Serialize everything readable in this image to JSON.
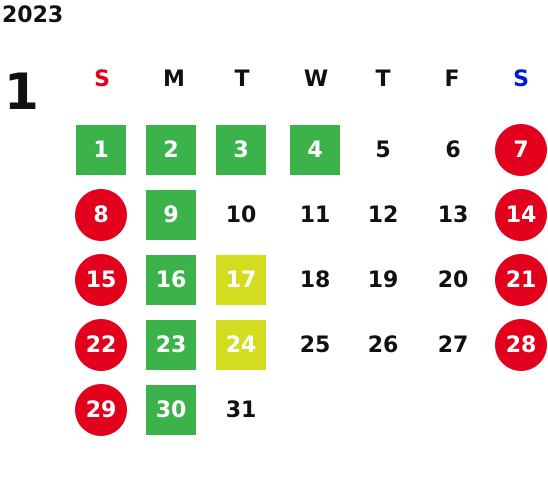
{
  "calendar": {
    "year": "2023",
    "month": "1",
    "weekdays": [
      {
        "label": "S",
        "color": "#e3001c"
      },
      {
        "label": "M",
        "color": "#111111"
      },
      {
        "label": "T",
        "color": "#111111"
      },
      {
        "label": "W",
        "color": "#111111"
      },
      {
        "label": "T",
        "color": "#111111"
      },
      {
        "label": "F",
        "color": "#111111"
      },
      {
        "label": "S",
        "color": "#0018d8"
      }
    ],
    "weeks": [
      [
        {
          "day": "1",
          "style": "green"
        },
        {
          "day": "2",
          "style": "green"
        },
        {
          "day": "3",
          "style": "green"
        },
        {
          "day": "4",
          "style": "green"
        },
        {
          "day": "5",
          "style": "plain"
        },
        {
          "day": "6",
          "style": "plain"
        },
        {
          "day": "7",
          "style": "red"
        }
      ],
      [
        {
          "day": "8",
          "style": "red"
        },
        {
          "day": "9",
          "style": "green"
        },
        {
          "day": "10",
          "style": "plain"
        },
        {
          "day": "11",
          "style": "plain"
        },
        {
          "day": "12",
          "style": "plain"
        },
        {
          "day": "13",
          "style": "plain"
        },
        {
          "day": "14",
          "style": "red"
        }
      ],
      [
        {
          "day": "15",
          "style": "red"
        },
        {
          "day": "16",
          "style": "green"
        },
        {
          "day": "17",
          "style": "yellow"
        },
        {
          "day": "18",
          "style": "plain"
        },
        {
          "day": "19",
          "style": "plain"
        },
        {
          "day": "20",
          "style": "plain"
        },
        {
          "day": "21",
          "style": "red"
        }
      ],
      [
        {
          "day": "22",
          "style": "red"
        },
        {
          "day": "23",
          "style": "green"
        },
        {
          "day": "24",
          "style": "yellow"
        },
        {
          "day": "25",
          "style": "plain"
        },
        {
          "day": "26",
          "style": "plain"
        },
        {
          "day": "27",
          "style": "plain"
        },
        {
          "day": "28",
          "style": "red"
        }
      ],
      [
        {
          "day": "29",
          "style": "red"
        },
        {
          "day": "30",
          "style": "green"
        },
        {
          "day": "31",
          "style": "plain"
        }
      ]
    ]
  },
  "colors": {
    "green": "#3bb34a",
    "yellow": "#d3dc1f",
    "red": "#e3001c",
    "sunday_header": "#e3001c",
    "saturday_header": "#0018d8",
    "text": "#111111"
  }
}
